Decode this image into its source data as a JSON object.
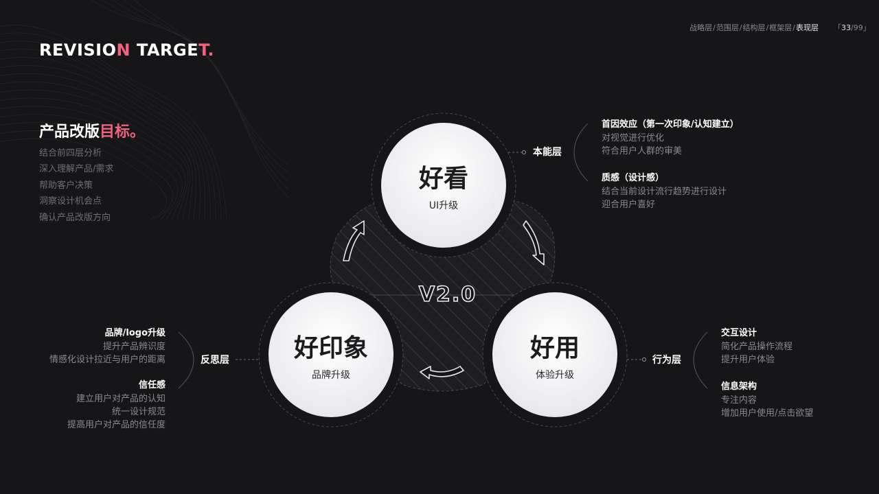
{
  "header": {
    "title_parts": [
      "REVISIO",
      "N",
      " TARGE",
      "T",
      "."
    ],
    "breadcrumb": [
      "战略层",
      "范围层",
      "结构层",
      "框架层",
      "表现层"
    ],
    "separator": "/",
    "page_open": "「",
    "page_current": "33",
    "page_sep": "/",
    "page_total": "99",
    "page_close": "」"
  },
  "goals": {
    "heading_white": "产品改版",
    "heading_pink": "目标。",
    "items": [
      "结合前四层分析",
      "深入理解产品/需求",
      "帮助客户决策",
      "洞察设计机会点",
      "确认产品改版方向"
    ]
  },
  "diagram": {
    "version": "V2.0",
    "circles": [
      {
        "title": "好看",
        "subtitle": "UI升级"
      },
      {
        "title": "好用",
        "subtitle": "体验升级"
      },
      {
        "title": "好印象",
        "subtitle": "品牌升级"
      }
    ],
    "layers": {
      "top": {
        "label": "本能层",
        "groups": [
          {
            "title": "首因效应（第一次印象/认知建立）",
            "items": [
              "对视觉进行优化",
              "符合用户人群的审美"
            ]
          },
          {
            "title": "质感（设计感）",
            "items": [
              "结合当前设计流行趋势进行设计",
              "迎合用户喜好"
            ]
          }
        ]
      },
      "right": {
        "label": "行为层",
        "groups": [
          {
            "title": "交互设计",
            "items": [
              "简化产品操作流程",
              "提升用户体验"
            ]
          },
          {
            "title": "信息架构",
            "items": [
              "专注内容",
              "增加用户使用/点击欲望"
            ]
          }
        ]
      },
      "left": {
        "label": "反思层",
        "groups": [
          {
            "title": "品牌/logo升级",
            "items": [
              "提升产品辨识度",
              "情感化设计拉近与用户的距离"
            ]
          },
          {
            "title": "信任感",
            "items": [
              "建立用户对产品的认知",
              "统一设计规范",
              "提高用户对产品的信任度"
            ]
          }
        ]
      }
    }
  },
  "colors": {
    "background": "#161618",
    "accent": "#f0627e",
    "muted_text": "#8a8a8f",
    "circle_fill": "#f4f4f6"
  }
}
